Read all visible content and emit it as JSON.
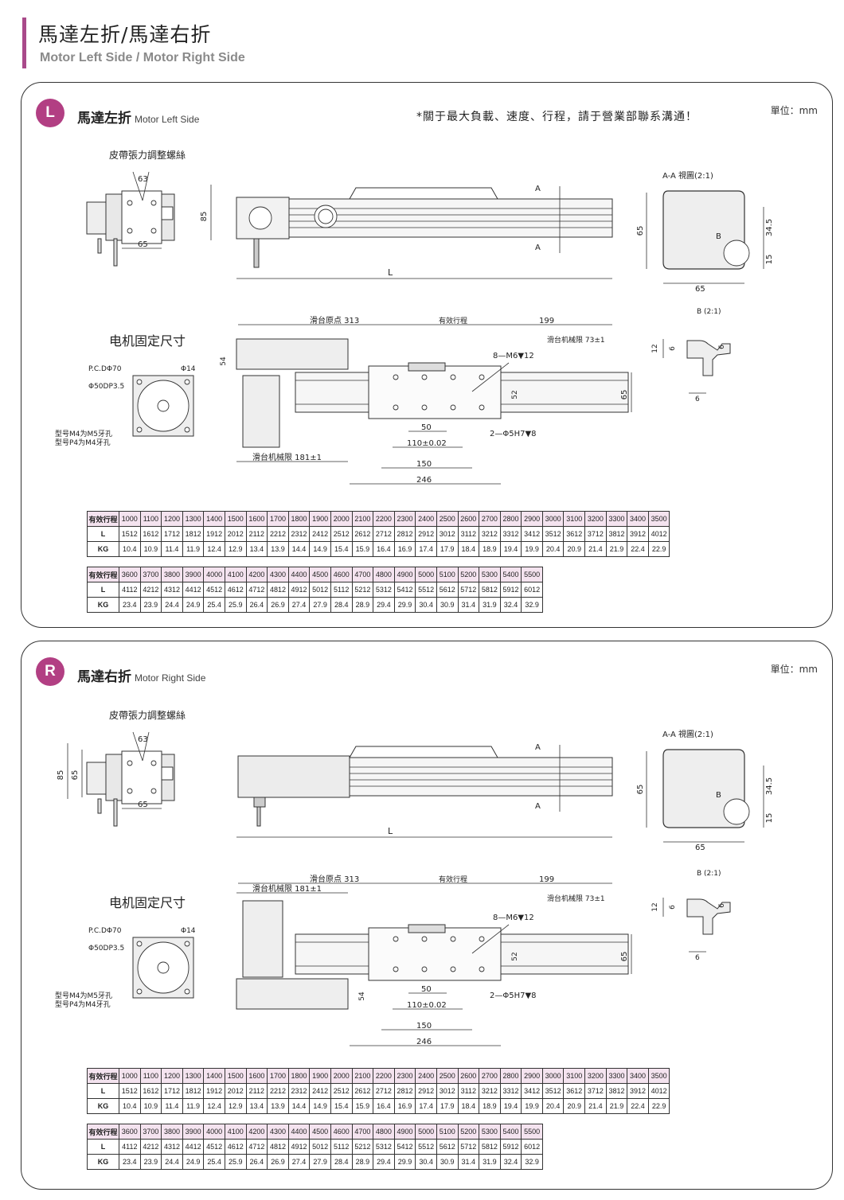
{
  "page": {
    "title": "馬達左折/馬達右折",
    "subtitle": "Motor Left Side / Motor Right Side"
  },
  "colors": {
    "accent": "#b23f83",
    "bar": "#a94a8a",
    "table_head_bg": "#f4e3ef"
  },
  "left": {
    "badge": "L",
    "title": "馬達左折",
    "subtitle": "Motor Left Side",
    "note": "*關于最大負載、速度、行程，請于營業部聯系溝通！",
    "unit": "單位：mm",
    "labels": {
      "belt_adjust": "皮帶張力調整螺絲",
      "motor_fix": "电机固定尺寸",
      "pcd": "P.C.DΦ70",
      "d14": "Φ14",
      "d50": "Φ50DP3.5",
      "model1": "型号M4为M5牙孔",
      "model2": "型号P4为M4牙孔",
      "view_aa": "A-A 視圖(2:1)",
      "view_b": "B (2:1)",
      "origin": "滑台原点 313",
      "stroke": "有效行程",
      "d199": "199",
      "limit73": "滑台机械限 73±1",
      "limit181": "滑台机械限 181±1",
      "m6": "8—M6▼12",
      "pin": "2—Φ5H7▼8",
      "d50b": "50",
      "d110": "110±0.02",
      "d150": "150",
      "d246": "246",
      "d65": "65",
      "d85": "85",
      "d54": "54",
      "d52": "52",
      "d63": "63",
      "d345": "34.5",
      "d15": "15",
      "d12": "12",
      "d6": "6",
      "letter_L": "L",
      "letter_A": "A",
      "letter_B": "B"
    }
  },
  "right": {
    "badge": "R",
    "title": "馬達右折",
    "subtitle": "Motor Right Side",
    "unit": "單位：mm"
  },
  "table": {
    "head_stroke": "有效行程",
    "head_L": "L",
    "head_KG": "KG",
    "row1": {
      "stroke": [
        "1000",
        "1100",
        "1200",
        "1300",
        "1400",
        "1500",
        "1600",
        "1700",
        "1800",
        "1900",
        "2000",
        "2100",
        "2200",
        "2300",
        "2400",
        "2500",
        "2600",
        "2700",
        "2800",
        "2900",
        "3000",
        "3100",
        "3200",
        "3300",
        "3400",
        "3500"
      ],
      "L": [
        "1512",
        "1612",
        "1712",
        "1812",
        "1912",
        "2012",
        "2112",
        "2212",
        "2312",
        "2412",
        "2512",
        "2612",
        "2712",
        "2812",
        "2912",
        "3012",
        "3112",
        "3212",
        "3312",
        "3412",
        "3512",
        "3612",
        "3712",
        "3812",
        "3912",
        "4012"
      ],
      "KG": [
        "10.4",
        "10.9",
        "11.4",
        "11.9",
        "12.4",
        "12.9",
        "13.4",
        "13.9",
        "14.4",
        "14.9",
        "15.4",
        "15.9",
        "16.4",
        "16.9",
        "17.4",
        "17.9",
        "18.4",
        "18.9",
        "19.4",
        "19.9",
        "20.4",
        "20.9",
        "21.4",
        "21.9",
        "22.4",
        "22.9"
      ]
    },
    "row2": {
      "stroke": [
        "3600",
        "3700",
        "3800",
        "3900",
        "4000",
        "4100",
        "4200",
        "4300",
        "4400",
        "4500",
        "4600",
        "4700",
        "4800",
        "4900",
        "5000",
        "5100",
        "5200",
        "5300",
        "5400",
        "5500"
      ],
      "L": [
        "4112",
        "4212",
        "4312",
        "4412",
        "4512",
        "4612",
        "4712",
        "4812",
        "4912",
        "5012",
        "5112",
        "5212",
        "5312",
        "5412",
        "5512",
        "5612",
        "5712",
        "5812",
        "5912",
        "6012"
      ],
      "KG": [
        "23.4",
        "23.9",
        "24.4",
        "24.9",
        "25.4",
        "25.9",
        "26.4",
        "26.9",
        "27.4",
        "27.9",
        "28.4",
        "28.9",
        "29.4",
        "29.9",
        "30.4",
        "30.9",
        "31.4",
        "31.9",
        "32.4",
        "32.9"
      ]
    }
  }
}
